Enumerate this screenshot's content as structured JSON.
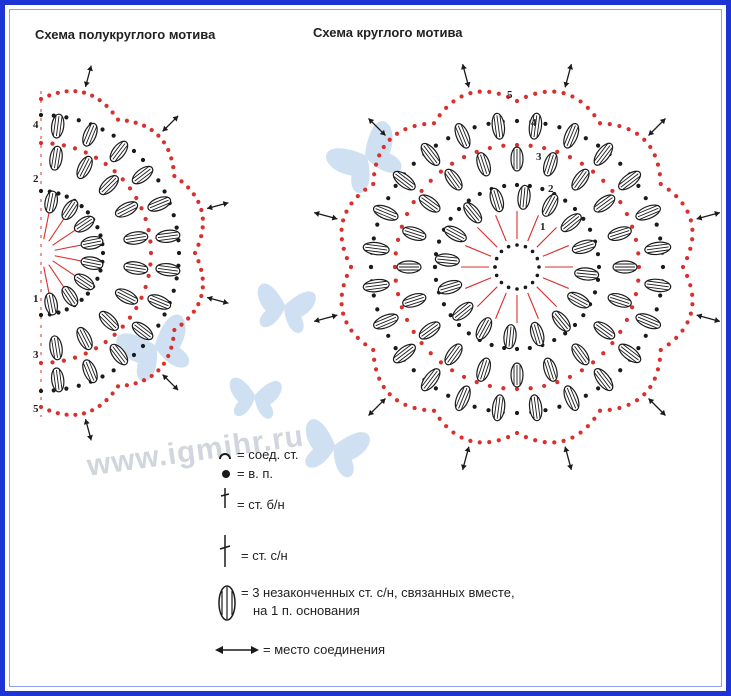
{
  "titles": {
    "semicircle": "Схема полукруглого мотива",
    "circle": "Схема круглого мотива"
  },
  "watermark": "www.igmihr.ru",
  "legend": {
    "slip_stitch": "= соед. ст.",
    "chain": "= в. п.",
    "single_crochet": "= ст. б/н",
    "double_crochet": "= ст. с/н",
    "cluster_line1": "= 3 незаконченных ст. с/н, связанных вместе,",
    "cluster_line2": "на 1 п. основания",
    "join": "= место соединения"
  },
  "row_numbers": {
    "semicircle": [
      "4",
      "2",
      "1",
      "3",
      "5"
    ],
    "circle": [
      "5",
      "4",
      "2",
      "3",
      "1"
    ]
  },
  "colors": {
    "frame": "#1e35d6",
    "red_rows": "#d8302c",
    "black_rows": "#1a1a1a",
    "butterflies": "#a9c8e8"
  }
}
